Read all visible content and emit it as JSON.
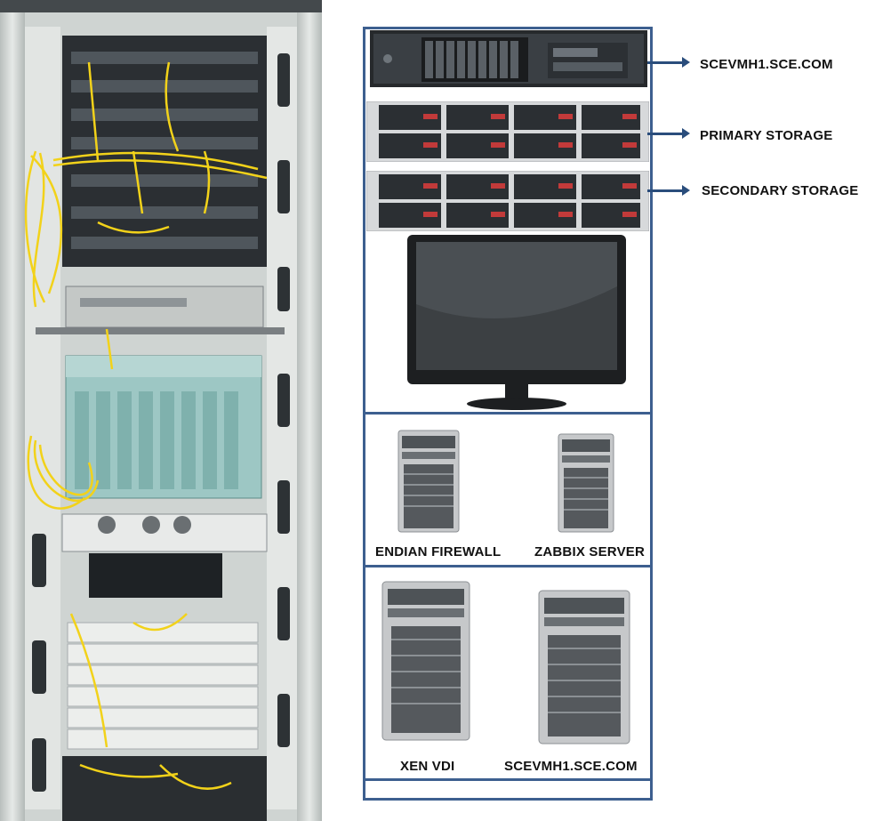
{
  "labels": {
    "hypervisor_top": "SCEVMH1.SCE.COM",
    "primary_storage": "PRIMARY STORAGE",
    "secondary_storage": "SECONDARY STORAGE",
    "endian_firewall": "ENDIAN FIREWALL",
    "zabbix_server": "ZABBIX SERVER",
    "xen_vdi": "XEN VDI",
    "hypervisor_bottom": "SCEVMH1.SCE.COM"
  },
  "colors": {
    "frame": "#3d5f8f",
    "arrow": "#2a4d7c",
    "cable": "#f2d21a",
    "rack": "#d9ddd9",
    "equipment_dark": "#2b2f33"
  },
  "icons": {
    "rack_server": "rack-server-icon",
    "storage_array": "storage-array-icon",
    "monitor": "monitor-icon",
    "tower_server": "tower-server-icon"
  }
}
